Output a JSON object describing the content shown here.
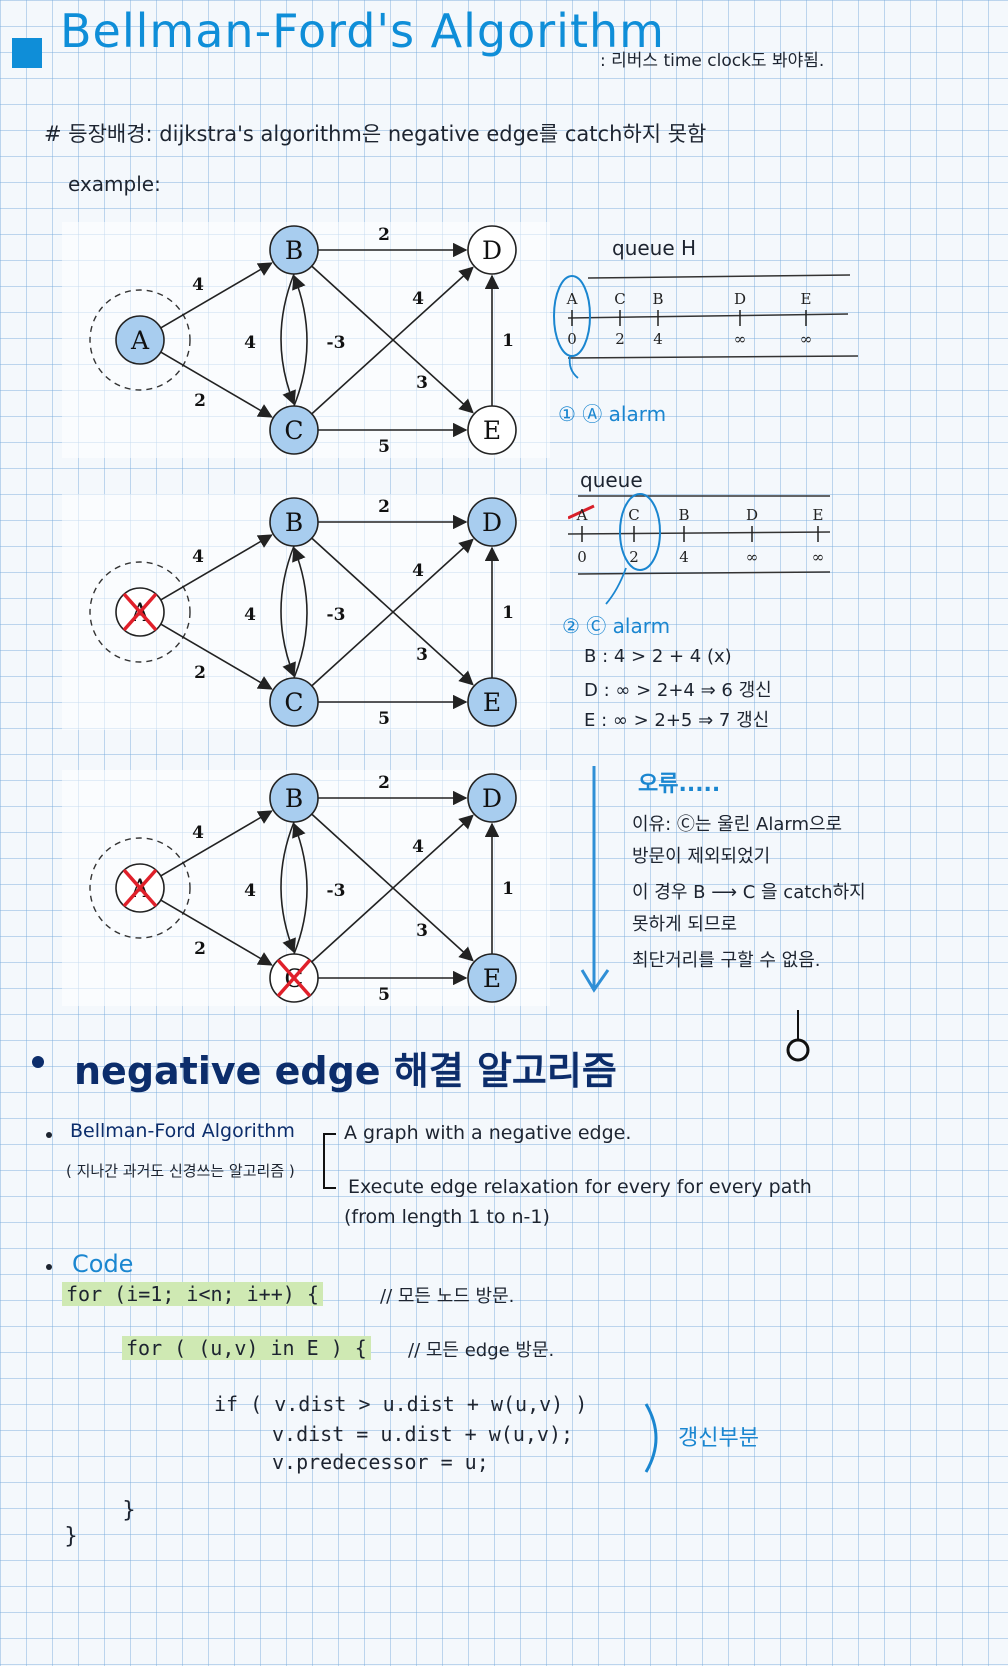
{
  "header": {
    "title": "Bellman-Ford's Algorithm",
    "note": ": 리버스 time clock도 봐야됨."
  },
  "intro": {
    "line1": "# 등장배경: dijkstra's algorithm은 negative edge를 catch하지 못함",
    "example": "example:"
  },
  "graph": {
    "nodes": [
      "A",
      "B",
      "C",
      "D",
      "E"
    ],
    "weights": {
      "AB": "4",
      "AC": "2",
      "BD": "2",
      "BC": "4",
      "CB": "-3",
      "BE": "3",
      "CD": "4",
      "CE": "5",
      "ED": "1"
    }
  },
  "queue1": {
    "title": "queue H",
    "labels": [
      "A",
      "C",
      "B",
      "D",
      "E"
    ],
    "values": [
      "0",
      "2",
      "4",
      "∞",
      "∞"
    ],
    "step": "① Ⓐ alarm"
  },
  "queue2": {
    "title": "queue",
    "labels": [
      "A",
      "C",
      "B",
      "D",
      "E"
    ],
    "values": [
      "0",
      "2",
      "4",
      "∞",
      "∞"
    ],
    "step": "② Ⓒ alarm",
    "lines": [
      "B : 4 > 2 + 4  (x)",
      "D : ∞ > 2+4  ⇒  6 갱신",
      "E : ∞ > 2+5  ⇒  7 갱신"
    ]
  },
  "error": {
    "title": "오류.....",
    "lines": [
      "이유: Ⓒ는 울린 Alarm으로",
      "방문이 제외되었기",
      "이 경우 B ⟶ C 을 catch하지",
      "못하게 되므로",
      "최단거리를 구할 수 없음."
    ]
  },
  "section2": {
    "title": "negative edge 해결 알고리즘",
    "bf_label": "Bellman-Ford Algorithm",
    "bf_sub": "( 지나간 과거도 신경쓰는 알고리즘 )",
    "bf_line1": "A graph with a negative edge.",
    "bf_line2": "Execute edge relaxation for every for every path",
    "bf_line3": "(from length 1 to n-1)"
  },
  "code": {
    "label": "Code",
    "line1": "for (i=1; i<n; i++) {",
    "comment1": "// 모든 노드 방문.",
    "line2": "for ( (u,v) in E ) {",
    "comment2": "// 모든 edge 방문.",
    "line3": "if ( v.dist > u.dist + w(u,v) )",
    "line4": "v.dist = u.dist + w(u,v);",
    "line5": "v.predecessor = u;",
    "update_note": "갱신부분",
    "close1": "}",
    "close2": "}"
  }
}
